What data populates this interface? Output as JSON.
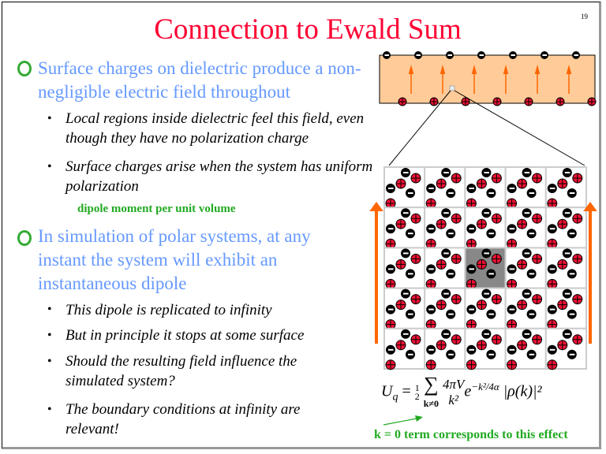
{
  "title": "Connection to Ewald Sum",
  "page_number": "19",
  "bullets": [
    {
      "text": "Surface charges on dielectric produce a non-negligible electric field throughout",
      "sub": [
        "Local regions inside dielectric feel this field, even though they have no polarization charge",
        "Surface charges arise when the system has uniform polarization"
      ],
      "note": "dipole moment per unit volume"
    },
    {
      "text": "In simulation of polar systems, at any instant the system will exhibit an instantaneous dipole",
      "sub": [
        "This dipole is replicated to infinity",
        "But in principle it stops at some surface",
        "Should the resulting field influence the simulated system?",
        "The boundary conditions at infinity are relevant!"
      ]
    }
  ],
  "equation": {
    "lhs": "U",
    "lhs_sub": "q",
    "half_num": "1",
    "half_den": "2",
    "sum_sub": "k≠0",
    "frac_num": "4πV",
    "frac_den": "k²",
    "exp": "e",
    "exp_sup": "−k²/4α",
    "rho": "|ρ(k)|²"
  },
  "caption": "k = 0 term corresponds to this effect",
  "colors": {
    "title": "#ff0033",
    "bullet_text": "#6699ff",
    "green": "#22aa22",
    "dielectric": "#ffcc99",
    "arrow": "#ff6600",
    "positive": "#ee1133"
  }
}
